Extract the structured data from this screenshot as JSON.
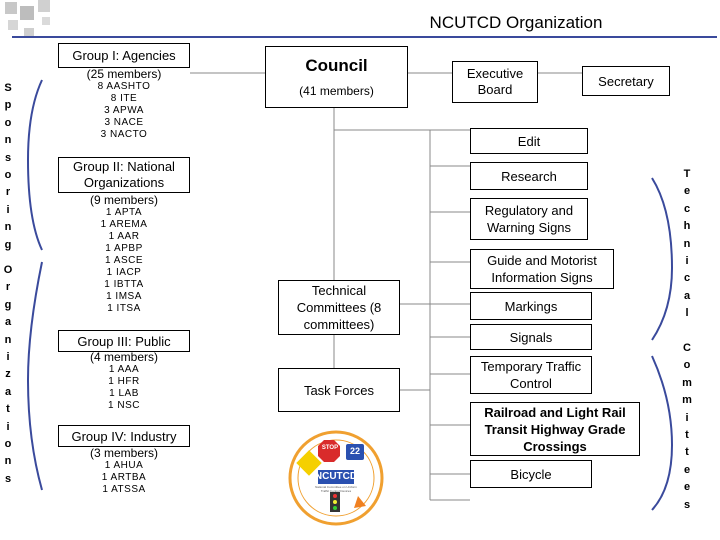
{
  "title": "NCUTCD Organization",
  "sponsors_label": [
    "S",
    "p",
    "o",
    "n",
    "s",
    "o",
    "r",
    "i",
    "n",
    "g"
  ],
  "organizations_label": [
    "O",
    "r",
    "g",
    "a",
    "n",
    "i",
    "z",
    "a",
    "t",
    "i",
    "o",
    "n",
    "s"
  ],
  "technical_label": [
    "T",
    "e",
    "c",
    "h",
    "n",
    "i",
    "c",
    "a",
    "l"
  ],
  "committees_label": [
    "C",
    "o",
    "m",
    "m",
    "i",
    "t",
    "t",
    "e",
    "e",
    "s"
  ],
  "groups": [
    {
      "title": "Group I: Agencies",
      "count": "(25 members)",
      "members": [
        "8 AASHTO",
        "8 ITE",
        "3 APWA",
        "3 NACE",
        "3 NACTO"
      ]
    },
    {
      "title": "Group II: National Organizations",
      "count": "(9 members)",
      "members": [
        "1 APTA",
        "1 AREMA",
        "1 AAR",
        "1 APBP",
        "1 ASCE",
        "1 IACP",
        "1 IBTTA",
        "1 IMSA",
        "1 ITSA"
      ]
    },
    {
      "title": "Group III: Public",
      "count": "(4 members)",
      "members": [
        "1 AAA",
        "1 HFR",
        "1 LAB",
        "1 NSC"
      ]
    },
    {
      "title": "Group IV: Industry",
      "count": "(3 members)",
      "members": [
        "1 AHUA",
        "1 ARTBA",
        "1 ATSSA"
      ]
    }
  ],
  "council": {
    "title": "Council",
    "count": "(41 members)"
  },
  "executive_board": "Executive Board",
  "secretary": "Secretary",
  "technical_committees": "Technical Committees (8 committees)",
  "task_forces": "Task Forces",
  "committees": [
    "Edit",
    "Research",
    "Regulatory and Warning Signs",
    "Guide and Motorist Information Signs",
    "Markings",
    "Signals",
    "Temporary Traffic Control",
    "Railroad and Light Rail Transit Highway Grade Crossings",
    "Bicycle"
  ],
  "logo": {
    "name": "NCUTCD",
    "text": "National Committee on Uniform Traffic Control Devices",
    "stop": "STOP",
    "route": "22"
  },
  "colors": {
    "accent_blue": "#3a4a9c",
    "logo_orange": "#f0a030",
    "deco_gray": "#b8b8b8"
  }
}
